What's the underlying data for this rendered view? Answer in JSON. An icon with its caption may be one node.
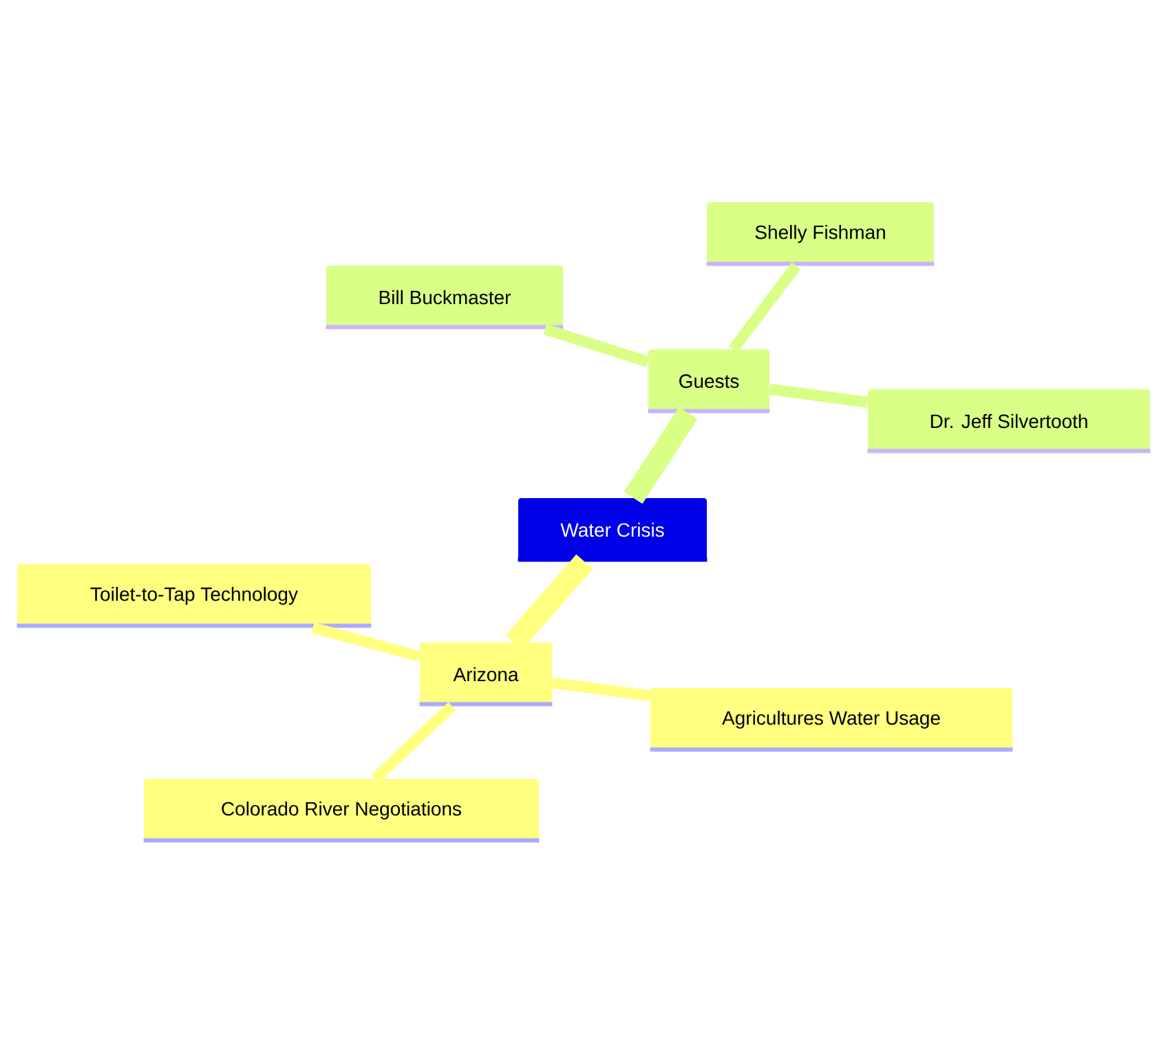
{
  "diagram": {
    "nodes": [
      {
        "text": [
          "Water Crisis"
        ]
      },
      {
        "text": [
          "Guests"
        ]
      },
      {
        "text": [
          "Bill Buckmaster"
        ]
      },
      {
        "text": [
          "Shelly Fishman"
        ]
      },
      {
        "text": [
          "Dr. Jeff Silvertooth"
        ]
      },
      {
        "text": [
          "Arizona"
        ]
      },
      {
        "text": [
          "Toilet-to-Tap Technology"
        ]
      },
      {
        "text": [
          "Colorado River Negotiations"
        ]
      },
      {
        "text": [
          "Agricultures Water Usage"
        ]
      }
    ],
    "edges": [
      {
        "from": 0,
        "to": 1,
        "arrow": "none",
        "style": "thick",
        "color": "#d9ff86"
      },
      {
        "from": 1,
        "to": 2,
        "arrow": "none",
        "color": "#d9ff86"
      },
      {
        "from": 1,
        "to": 3,
        "arrow": "none",
        "color": "#d9ff86"
      },
      {
        "from": 1,
        "to": 4,
        "arrow": "none",
        "color": "#d9ff86"
      },
      {
        "from": 0,
        "to": 5,
        "arrow": "none",
        "style": "thick",
        "color": "#ffff80"
      },
      {
        "from": 5,
        "to": 6,
        "arrow": "none",
        "color": "#ffff80"
      },
      {
        "from": 5,
        "to": 7,
        "arrow": "none",
        "color": "#ffff80"
      },
      {
        "from": 5,
        "to": 8,
        "arrow": "none",
        "color": "#ffff80"
      }
    ]
  }
}
